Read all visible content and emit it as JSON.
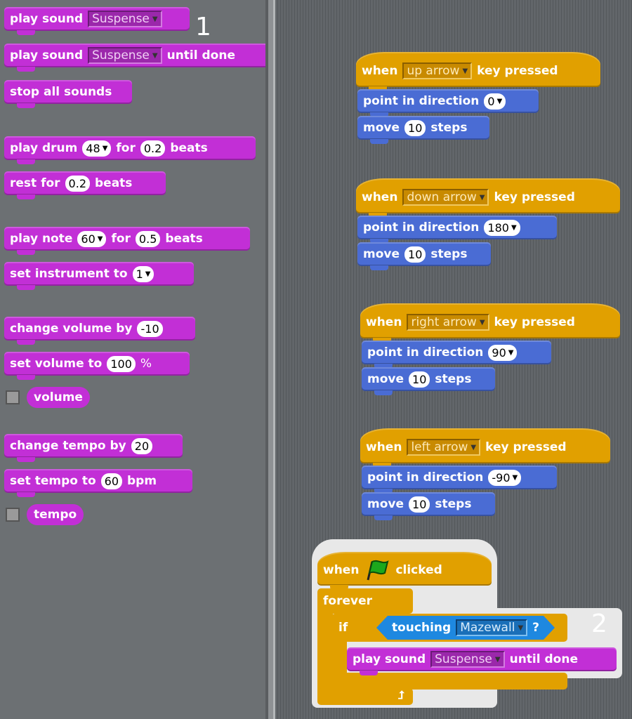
{
  "palette": {
    "play_sound": {
      "text": "play sound",
      "sound": "Suspense"
    },
    "play_sound_until": {
      "text": "play sound",
      "sound": "Suspense",
      "suffix": "until done"
    },
    "stop_all": "stop all sounds",
    "play_drum": {
      "text": "play drum",
      "drum": "48",
      "for": "for",
      "beats_val": "0.2",
      "beats": "beats"
    },
    "rest": {
      "text": "rest for",
      "val": "0.2",
      "beats": "beats"
    },
    "play_note": {
      "text": "play note",
      "note": "60",
      "for": "for",
      "val": "0.5",
      "beats": "beats"
    },
    "set_instrument": {
      "text": "set instrument to",
      "val": "1"
    },
    "change_volume": {
      "text": "change volume by",
      "val": "-10"
    },
    "set_volume": {
      "text": "set volume to",
      "val": "100",
      "unit": "%"
    },
    "volume_reporter": "volume",
    "change_tempo": {
      "text": "change tempo by",
      "val": "20"
    },
    "set_tempo": {
      "text": "set tempo to",
      "val": "60",
      "unit": "bpm"
    },
    "tempo_reporter": "tempo"
  },
  "annotations": {
    "one": "1",
    "two": "2"
  },
  "scripts": [
    {
      "key": "up arrow",
      "direction": "0"
    },
    {
      "key": "down arrow",
      "direction": "180"
    },
    {
      "key": "right arrow",
      "direction": "90"
    },
    {
      "key": "left arrow",
      "direction": "-90"
    }
  ],
  "common": {
    "when": "when",
    "key_pressed": "key pressed",
    "point": "point in direction",
    "move": "move",
    "steps_val": "10",
    "steps": "steps"
  },
  "flag_script": {
    "when": "when",
    "clicked": "clicked",
    "forever": "forever",
    "if": "if",
    "touching": "touching",
    "sprite": "Mazewall",
    "q": "?",
    "play": "play sound",
    "sound": "Suspense",
    "until": "until done"
  }
}
